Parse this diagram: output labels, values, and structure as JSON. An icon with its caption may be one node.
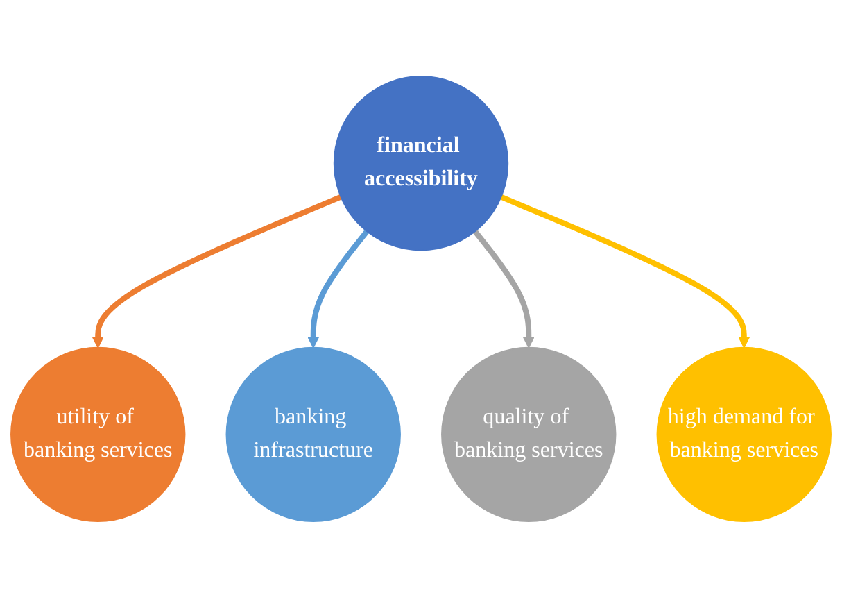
{
  "diagram": {
    "nodes": [
      {
        "text": [
          "financial accessibility"
        ]
      },
      {
        "text": [
          "utility of banking services"
        ]
      },
      {
        "text": [
          "banking infrastructure"
        ]
      },
      {
        "text": [
          "quality of banking services"
        ]
      },
      {
        "text": [
          "high demand for banking services"
        ]
      }
    ],
    "edges": [
      {
        "from": 0,
        "to": 1,
        "arrow": "to",
        "color": "#ed7d31"
      },
      {
        "from": 0,
        "to": 2,
        "arrow": "to",
        "color": "#5b9bd5"
      },
      {
        "from": 0,
        "to": 3,
        "arrow": "to",
        "color": "#a5a5a5"
      },
      {
        "from": 0,
        "to": 4,
        "arrow": "to",
        "color": "#ffc000"
      }
    ]
  }
}
